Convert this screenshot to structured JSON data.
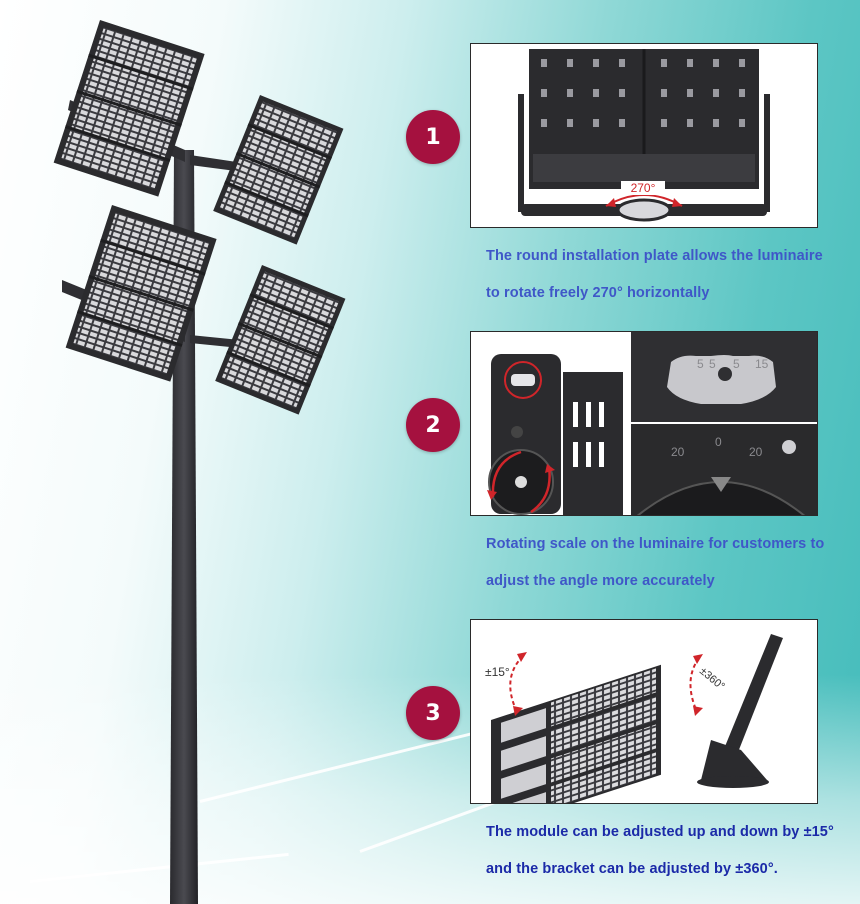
{
  "features": [
    {
      "number": "1",
      "caption_lines": [
        "The round installation plate allows the luminaire",
        "to rotate freely 270° horizontally"
      ],
      "photo_label": "270°"
    },
    {
      "number": "2",
      "caption_lines": [
        "Rotating scale on the luminaire for customers to",
        "adjust the angle more accurately"
      ],
      "scale_top": [
        "5",
        "5",
        "5",
        "15"
      ],
      "scale_bottom": [
        "20",
        "0",
        "20"
      ]
    },
    {
      "number": "3",
      "caption_lines": [
        "The module can be adjusted up and down by ±15°",
        "and the bracket can be adjusted by ±360°."
      ],
      "module_label": "±15°",
      "bracket_label": "±360°"
    }
  ],
  "colors": {
    "badge": "#a5113f",
    "caption_1_2": "#3f57c8",
    "caption_3": "#1b2aa8",
    "arrow_red": "#d0252a",
    "fixture_dark": "#2b2b2e"
  },
  "icons": [
    "light-pole-illustration",
    "rotation-arrow-icon"
  ]
}
